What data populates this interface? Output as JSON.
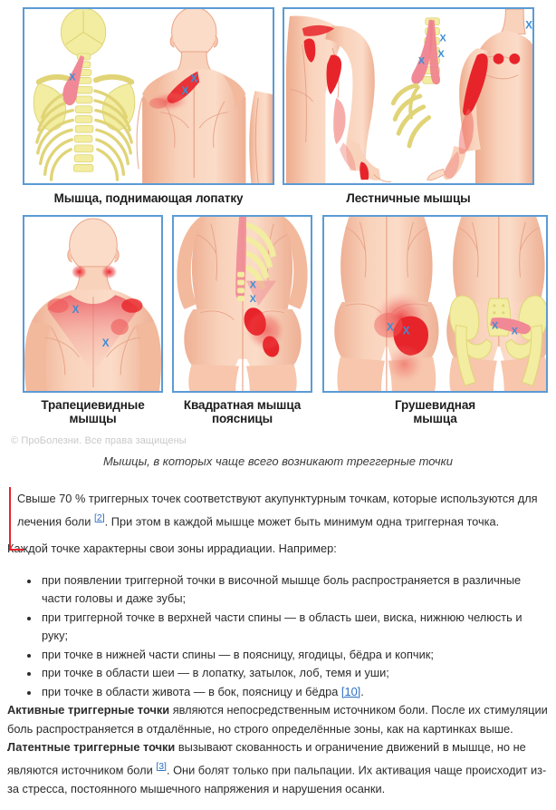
{
  "figure": {
    "panels_row1": [
      {
        "id": "levator-scapulae",
        "caption": "Мышца, поднимающая лопатку"
      },
      {
        "id": "scalene",
        "caption": "Лестничные мышцы"
      }
    ],
    "panels_row2": [
      {
        "id": "trapezius",
        "caption": "Трапециевидные\nмышцы",
        "caption_line1": "Трапециевидные",
        "caption_line2": "мышцы"
      },
      {
        "id": "quadratus-lumborum",
        "caption_line1": "Квадратная мышца",
        "caption_line2": "поясницы"
      },
      {
        "id": "piriformis",
        "caption_line1": "Грушевидная",
        "caption_line2": "мышца"
      }
    ],
    "copyright": "© ПроБолезни. Все права защищены",
    "caption": "Мышцы, в которых чаще всего возникают треггерные точки",
    "marker_label": "X"
  },
  "content": {
    "quote": {
      "text_before_ref": "Свыше 70 % триггерных точек соответствуют акупунктурным точкам, которые используются для лечения боли ",
      "ref": "[2]",
      "text_after_ref": ". При этом в каждой мышце может быть минимум одна триггерная точка."
    },
    "lead": "Каждой точке характерны свои зоны иррадиации. Например:",
    "zones": [
      {
        "text": "при появлении триггерной точки в височной мышце боль распространяется в различные части головы и даже зубы;"
      },
      {
        "text": "при триггерной точке в верхней части спины — в область шеи, виска, нижнюю челюсть и руку;"
      },
      {
        "text": "при точке в нижней части спины — в поясницу, ягодицы, бёдра и копчик;"
      },
      {
        "text": "при точке в области шеи — в лопатку, затылок, лоб, темя и уши;"
      }
    ],
    "zone_last": {
      "before": "при точке в области живота — в бок, поясницу и бёдра ",
      "ref": "[10]",
      "after": "."
    },
    "active_points": {
      "bold": "Активные триггерные точки",
      "rest": " являются непосредственным источником боли. После их стимуляции боль распространяется в отдалённые, но строго определённые зоны, как на картинках выше."
    },
    "latent_points": {
      "bold": "Латентные триггерные точки",
      "mid": " вызывают скованность и ограничение движений в мышце, но не являются источником боли ",
      "ref": "[3]",
      "rest": ". Они болят только при пальпации. Их активация чаще происходит из-за стресса, постоянного мышечного напряжения и нарушения осанки."
    }
  },
  "colors": {
    "panel_border": "#5b9bd5",
    "skin": "#f7c6ac",
    "skin_light": "#fbdcc8",
    "skin_shadow": "#edab8d",
    "bone": "#f2eda0",
    "bone_shade": "#e5d97e",
    "muscle_pink": "#f08896",
    "pain_red": "#e8242b",
    "marker_blue": "#3d8ed4",
    "ref_link": "#2b6fc2",
    "accent_red": "#e8232a"
  }
}
